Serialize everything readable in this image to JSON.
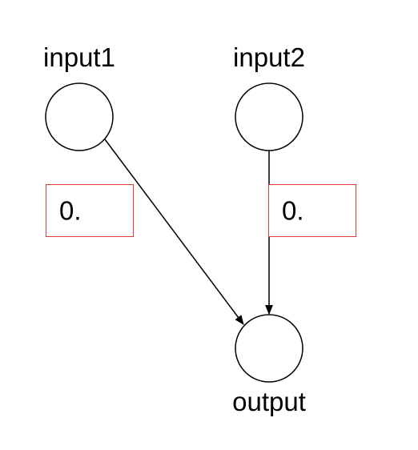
{
  "nodes": {
    "input1": {
      "label": "input1"
    },
    "input2": {
      "label": "input2"
    },
    "output": {
      "label": "output"
    }
  },
  "weights": {
    "w1": {
      "value": "0."
    },
    "w2": {
      "value": "0."
    }
  },
  "colors": {
    "node_stroke": "#000000",
    "edge": "#000000",
    "weight_box_border": "#e03a3a"
  }
}
